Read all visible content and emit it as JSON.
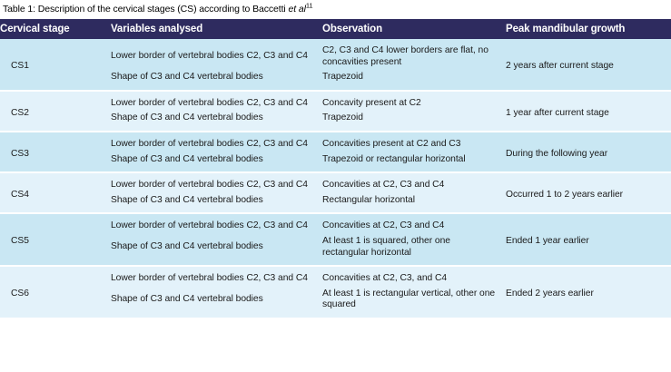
{
  "caption": {
    "prefix": "Table 1: Description of the cervical stages (CS) according to Baccetti ",
    "italic": "et al",
    "superscript": "11"
  },
  "colors": {
    "header_bg": "#2e2b5f",
    "header_text": "#ffffff",
    "row_band_a": "#c9e7f3",
    "row_band_b": "#e3f2fa",
    "page_bg": "#ffffff",
    "body_text": "#1a1a1a"
  },
  "table": {
    "columns": [
      {
        "key": "cervical_stage",
        "label": "Cervical stage"
      },
      {
        "key": "variables_analysed",
        "label": "Variables analysed"
      },
      {
        "key": "observation",
        "label": "Observation"
      },
      {
        "key": "peak_mandibular_growth",
        "label": "Peak mandibular growth"
      }
    ],
    "rows": [
      {
        "stage": "CS1",
        "peak": "2 years after current stage",
        "lines": [
          {
            "variable": "Lower border of vertebral bodies C2, C3 and C4",
            "observation": "C2, C3 and C4 lower borders are flat, no concavities present"
          },
          {
            "variable": "Shape of C3 and C4 vertebral bodies",
            "observation": "Trapezoid"
          }
        ]
      },
      {
        "stage": "CS2",
        "peak": "1 year after current stage",
        "lines": [
          {
            "variable": "Lower border of vertebral bodies C2, C3 and C4",
            "observation": "Concavity present at C2"
          },
          {
            "variable": "Shape of C3 and C4 vertebral bodies",
            "observation": "Trapezoid"
          }
        ]
      },
      {
        "stage": "CS3",
        "peak": "During the following year",
        "lines": [
          {
            "variable": "Lower border of vertebral bodies C2, C3 and C4",
            "observation": "Concavities present at C2 and C3"
          },
          {
            "variable": "Shape of C3 and C4 vertebral bodies",
            "observation": "Trapezoid or rectangular horizontal"
          }
        ]
      },
      {
        "stage": "CS4",
        "peak": "Occurred 1 to 2 years earlier",
        "lines": [
          {
            "variable": "Lower border of vertebral bodies C2, C3 and C4",
            "observation": "Concavities at C2, C3 and C4"
          },
          {
            "variable": "Shape of C3 and C4 vertebral bodies",
            "observation": "Rectangular horizontal"
          }
        ]
      },
      {
        "stage": "CS5",
        "peak": "Ended 1 year earlier",
        "lines": [
          {
            "variable": "Lower border of vertebral bodies C2, C3 and C4",
            "observation": "Concavities at C2, C3 and C4"
          },
          {
            "variable": "Shape of C3 and C4 vertebral bodies",
            "observation": "At least 1 is squared, other one rectangular horizontal"
          }
        ]
      },
      {
        "stage": "CS6",
        "peak": "Ended 2 years earlier",
        "lines": [
          {
            "variable": "Lower border of vertebral bodies C2, C3 and C4",
            "observation": "Concavities at C2, C3, and C4"
          },
          {
            "variable": "Shape of C3 and C4 vertebral bodies",
            "observation": "At least 1 is rectangular vertical, other one squared"
          }
        ]
      }
    ]
  }
}
